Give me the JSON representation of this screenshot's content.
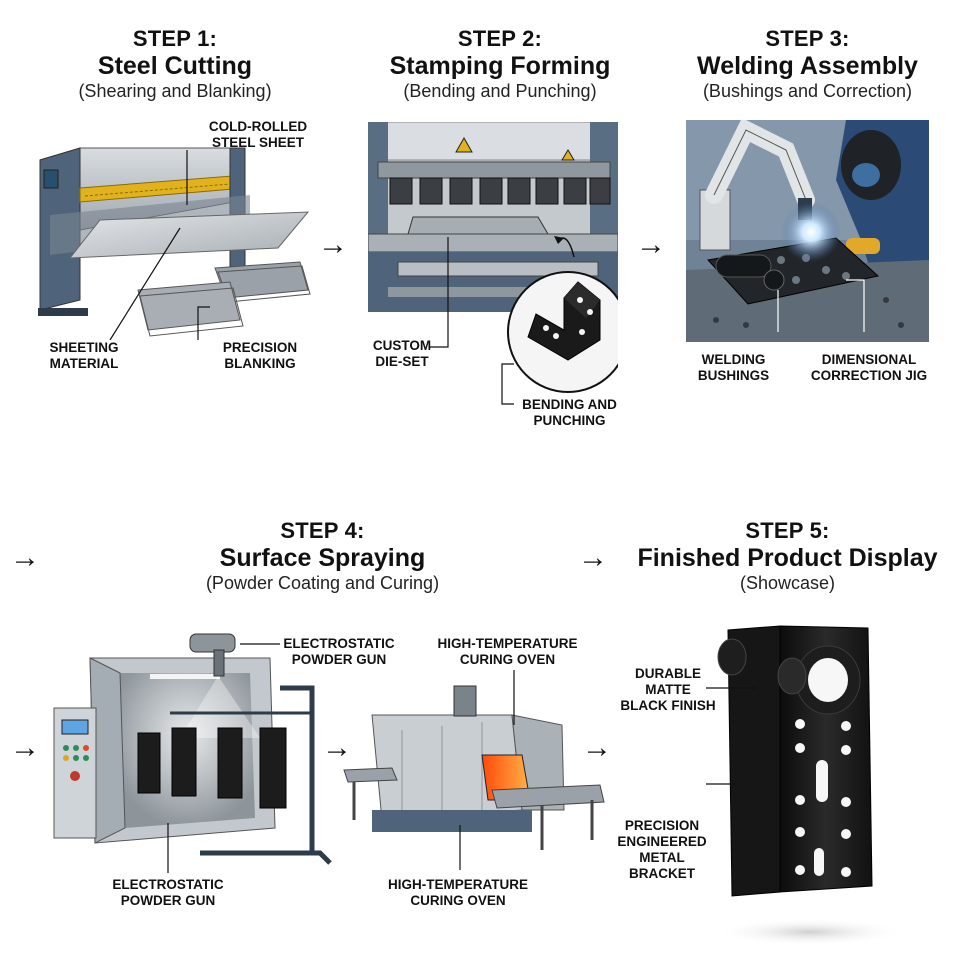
{
  "steps": [
    {
      "number": "STEP 1:",
      "title": "Steel Cutting",
      "subtitle": "(Shearing and Blanking)",
      "labels": {
        "sheet": [
          "COLD-ROLLED",
          "STEEL SHEET"
        ],
        "material": [
          "SHEETING",
          "MATERIAL"
        ],
        "blanking": [
          "PRECISION",
          "BLANKING"
        ]
      }
    },
    {
      "number": "STEP 2:",
      "title": "Stamping Forming",
      "subtitle": "(Bending and Punching)",
      "labels": {
        "die": [
          "CUSTOM",
          "DIE-SET"
        ],
        "bend": [
          "BENDING AND",
          "PUNCHING"
        ]
      }
    },
    {
      "number": "STEP 3:",
      "title": "Welding Assembly",
      "subtitle": "(Bushings and Correction)",
      "labels": {
        "bushings": [
          "WELDING",
          "BUSHINGS"
        ],
        "jig": [
          "DIMENSIONAL",
          "CORRECTION JIG"
        ]
      }
    },
    {
      "number": "STEP 4:",
      "title": "Surface Spraying",
      "subtitle": "(Powder Coating and Curing)",
      "labels": {
        "gun_top": [
          "ELECTROSTATIC",
          "POWDER GUN"
        ],
        "oven_top": [
          "HIGH-TEMPERATURE",
          "CURING OVEN"
        ],
        "gun_bottom": [
          "ELECTROSTATIC",
          "POWDER GUN"
        ],
        "oven_bottom": [
          "HIGH-TEMPERATURE",
          "CURING OVEN"
        ]
      }
    },
    {
      "number": "STEP 5:",
      "title": "Finished Product Display",
      "subtitle": "(Showcase)",
      "labels": {
        "finish": [
          "DURABLE",
          "MATTE",
          "BLACK FINISH"
        ],
        "bracket": [
          "PRECISION",
          "ENGINEERED",
          "METAL",
          "BRACKET"
        ]
      }
    }
  ],
  "arrows": {
    "glyph": "→"
  },
  "colors": {
    "machine_gray": "#b9bec4",
    "machine_blue": "#4f647a",
    "accent_yellow": "#e2b21c",
    "bracket_black": "#141414",
    "oven_glow": "#ff7a1a"
  }
}
